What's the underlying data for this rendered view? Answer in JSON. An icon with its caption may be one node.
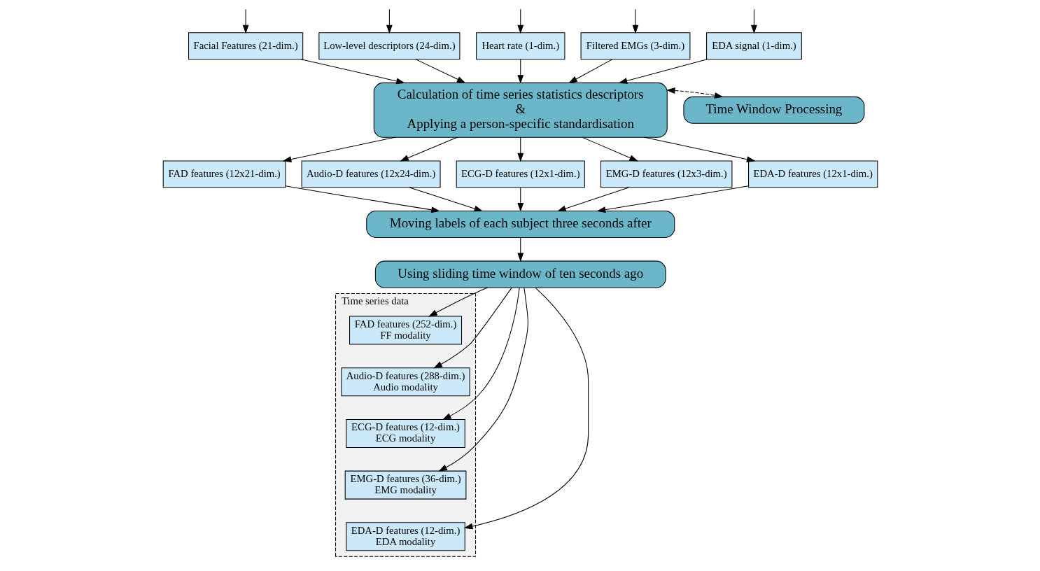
{
  "diagram": {
    "nodes": [
      {
        "text": [
          "Facial Features (21-dim.)"
        ]
      },
      {
        "text": [
          "Low-level descriptors (24-dim.)"
        ]
      },
      {
        "text": [
          "Heart rate (1-dim.)"
        ]
      },
      {
        "text": [
          "Filtered EMGs (3-dim.)"
        ]
      },
      {
        "text": [
          "EDA signal (1-dim.)"
        ]
      },
      {
        "text": [
          "Calculation of time series statistics descriptors",
          "&",
          "Applying a person-specific standardisation"
        ]
      },
      {
        "text": [
          "Time Window Processing"
        ]
      },
      {
        "text": [
          "FAD features (12x21-dim.)"
        ]
      },
      {
        "text": [
          "Audio-D features (12x24-dim.)"
        ]
      },
      {
        "text": [
          "ECG-D features (12x1-dim.)"
        ]
      },
      {
        "text": [
          "EMG-D features (12x3-dim.)"
        ]
      },
      {
        "text": [
          "EDA-D features (12x1-dim.)"
        ]
      },
      {
        "text": [
          "Moving labels of each subject three seconds after"
        ]
      },
      {
        "text": [
          "Using sliding time window of ten seconds ago"
        ]
      },
      {
        "text": [
          "Time series data"
        ]
      },
      {
        "text": [
          "FAD features (252-dim.)",
          "FF modality"
        ],
        "in": 14
      },
      {
        "text": [
          "Audio-D features (288-dim.)",
          "Audio modality"
        ],
        "in": 14
      },
      {
        "text": [
          "ECG-D features (12-dim.)",
          "ECG modality"
        ],
        "in": 14
      },
      {
        "text": [
          "EMG-D features (36-dim.)",
          "EMG modality"
        ],
        "in": 14
      },
      {
        "text": [
          "EDA-D features (12-dim.)",
          "EDA modality"
        ],
        "in": 14
      }
    ],
    "edges": [
      {
        "from": null,
        "to": 0,
        "arrow": "to"
      },
      {
        "from": null,
        "to": 1,
        "arrow": "to"
      },
      {
        "from": null,
        "to": 2,
        "arrow": "to"
      },
      {
        "from": null,
        "to": 3,
        "arrow": "to"
      },
      {
        "from": null,
        "to": 4,
        "arrow": "to"
      },
      {
        "from": 0,
        "to": 5,
        "arrow": "to"
      },
      {
        "from": 1,
        "to": 5,
        "arrow": "to"
      },
      {
        "from": 2,
        "to": 5,
        "arrow": "to"
      },
      {
        "from": 3,
        "to": 5,
        "arrow": "to"
      },
      {
        "from": 4,
        "to": 5,
        "arrow": "to"
      },
      {
        "from": 5,
        "to": 6,
        "arrow": "both",
        "style": "dashed"
      },
      {
        "from": 5,
        "to": 7,
        "arrow": "to"
      },
      {
        "from": 5,
        "to": 8,
        "arrow": "to"
      },
      {
        "from": 5,
        "to": 9,
        "arrow": "to"
      },
      {
        "from": 5,
        "to": 10,
        "arrow": "to"
      },
      {
        "from": 5,
        "to": 11,
        "arrow": "to"
      },
      {
        "from": 7,
        "to": 12,
        "arrow": "to"
      },
      {
        "from": 8,
        "to": 12,
        "arrow": "to"
      },
      {
        "from": 9,
        "to": 12,
        "arrow": "to"
      },
      {
        "from": 10,
        "to": 12,
        "arrow": "to"
      },
      {
        "from": 11,
        "to": 12,
        "arrow": "to"
      },
      {
        "from": 12,
        "to": 13,
        "arrow": "to"
      },
      {
        "from": 13,
        "to": 15,
        "arrow": "to"
      },
      {
        "from": 13,
        "to": 16,
        "arrow": "to"
      },
      {
        "from": 13,
        "to": 17,
        "arrow": "to"
      },
      {
        "from": 13,
        "to": 18,
        "arrow": "to"
      },
      {
        "from": 13,
        "to": 19,
        "arrow": "to"
      }
    ]
  }
}
